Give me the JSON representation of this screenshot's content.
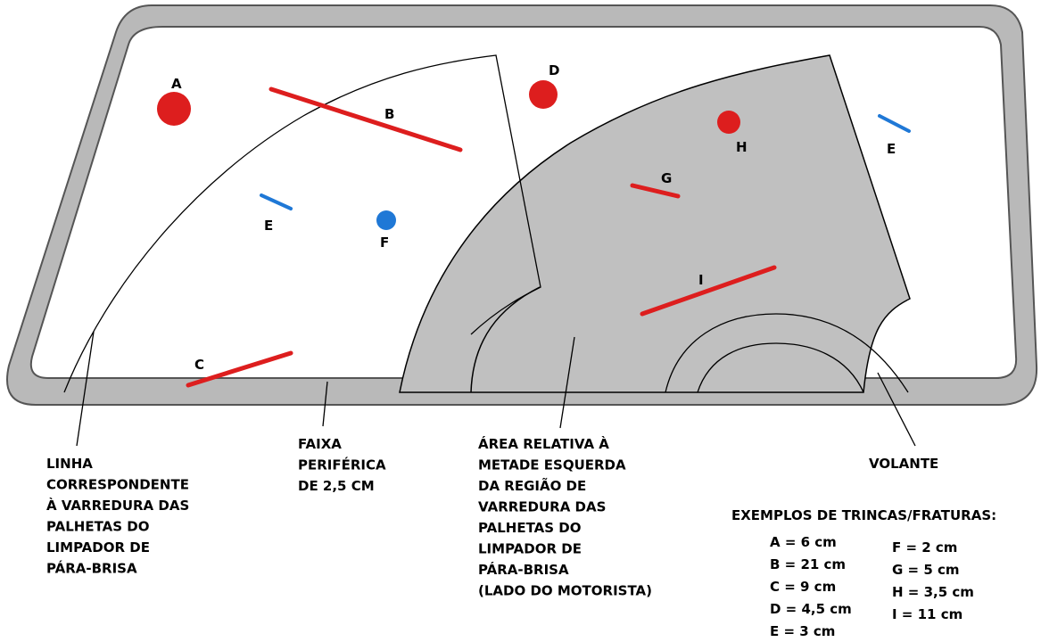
{
  "colors": {
    "frame": "#b9b9b9",
    "frame_outline": "#555555",
    "glass": "#ffffff",
    "driver_area": "#c0c0c0",
    "crack_red": "#dd1e1e",
    "crack_blue": "#1f78d6"
  },
  "marks": {
    "A": "A",
    "B": "B",
    "C": "C",
    "D": "D",
    "E1": "E",
    "E2": "E",
    "F": "F",
    "G": "G",
    "H": "H",
    "I": "I"
  },
  "labels": {
    "wiper_line": [
      "LINHA",
      "CORRESPONDENTE",
      "À VARREDURA DAS",
      "PALHETAS DO",
      "LIMPADOR DE",
      "PÁRA-BRISA"
    ],
    "peripheral_band": [
      "FAIXA",
      "PERIFÉRICA",
      "DE 2,5 CM"
    ],
    "driver_area": [
      "ÁREA RELATIVA À",
      "METADE ESQUERDA",
      "DA REGIÃO DE",
      "VARREDURA DAS",
      "PALHETAS DO",
      "LIMPADOR DE",
      "PÁRA-BRISA",
      "(LADO DO MOTORISTA)"
    ],
    "steering_wheel": "VOLANTE"
  },
  "examples": {
    "title": "EXEMPLOS DE TRINCAS/FRATURAS:",
    "col1": [
      "A = 6 cm",
      "B = 21 cm",
      "C = 9 cm",
      "D = 4,5 cm",
      "E = 3 cm"
    ],
    "col2": [
      "F = 2 cm",
      "G = 5 cm",
      "H = 3,5 cm",
      "I = 11 cm"
    ]
  }
}
